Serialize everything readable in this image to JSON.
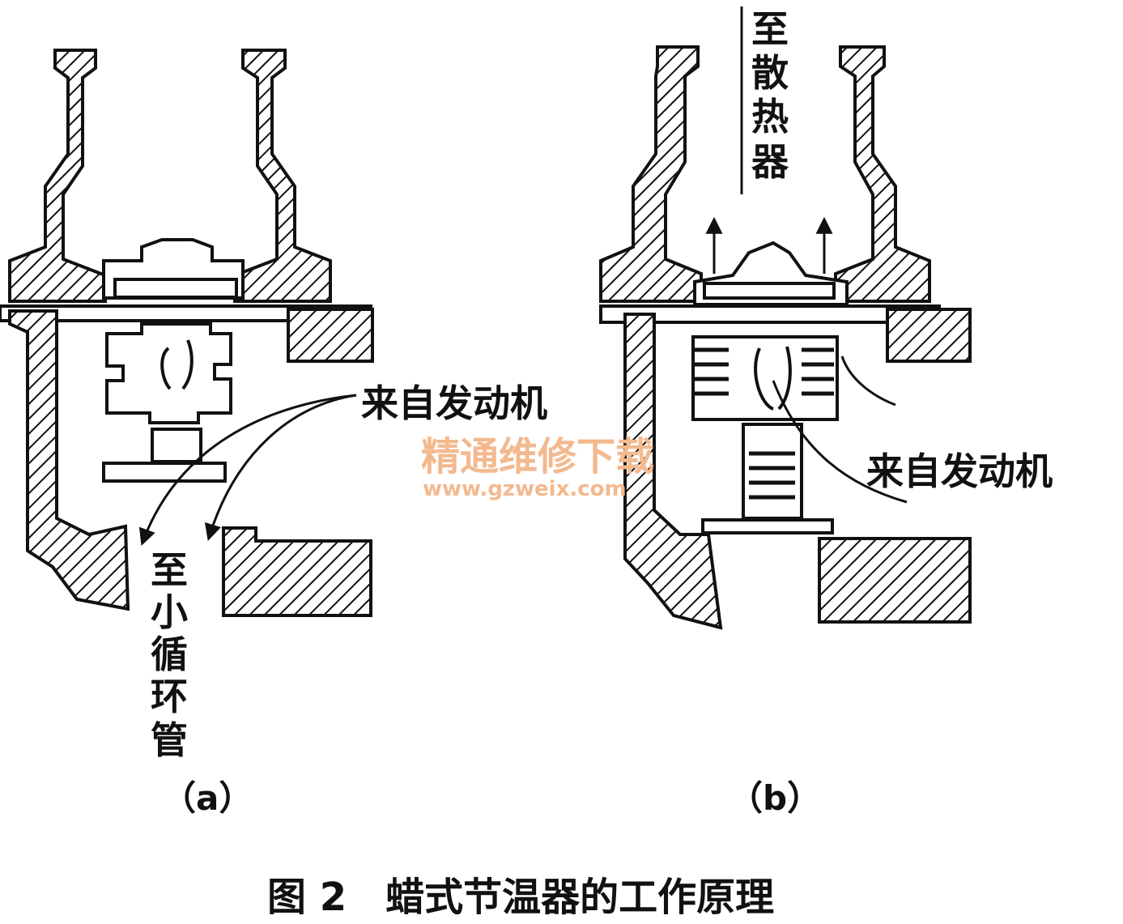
{
  "diagram": {
    "panel_a": {
      "label": "（a）",
      "inlet_label": "来自发动机",
      "outlet_label_chars": [
        "至",
        "小",
        "循",
        "环",
        "管"
      ]
    },
    "panel_b": {
      "label": "（b）",
      "inlet_label": "来自发动机",
      "outlet_label_chars": [
        "至",
        "散",
        "热",
        "器"
      ]
    },
    "caption": "图 2　蜡式节温器的工作原理"
  },
  "watermark": {
    "text": "精通维修下载",
    "url": "www.gzweix.com",
    "color": "#f3b98f"
  },
  "colors": {
    "ink": "#111111",
    "background": "#ffffff"
  }
}
